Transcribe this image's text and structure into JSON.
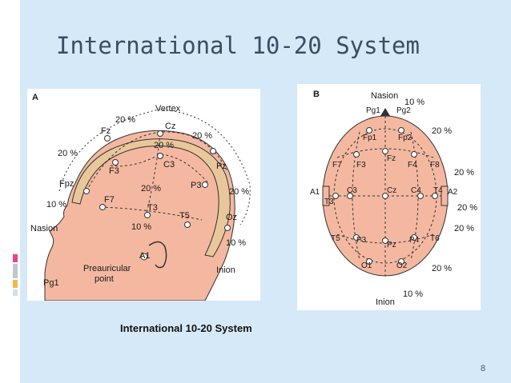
{
  "slide": {
    "title": "International 10-20 System",
    "caption": "International 10-20 System",
    "page_number": "8"
  },
  "panel_a": {
    "letter": "A",
    "vertex": "Vertex",
    "nasion": "Nasion",
    "inion": "Inion",
    "preauricular_line1": "Preauricular",
    "preauricular_line2": "point",
    "pct_top_left": "20 %",
    "pct_top_right": "20 %",
    "pct_inner_top": "20 %",
    "pct_left": "20 %",
    "pct_front": "10 %",
    "pct_mid": "20 %",
    "pct_right": "20 %",
    "pct_lower": "10 %",
    "pct_back": "10 %",
    "labels": {
      "fz": "Fz",
      "cz": "Cz",
      "pz": "Pz",
      "fpz": "Fpz",
      "oz": "Oz",
      "f3": "F3",
      "c3": "C3",
      "p3": "P3",
      "f7": "F7",
      "t3": "T3",
      "t5": "T5",
      "a1": "A1",
      "pg1": "Pg1"
    }
  },
  "panel_b": {
    "letter": "B",
    "nasion": "Nasion",
    "inion": "Inion",
    "pct_top": "10 %",
    "pct_bottom": "10 %",
    "pct_r1": "20 %",
    "pct_r2": "20 %",
    "pct_r3": "20 %",
    "pct_r4": "20 %",
    "pct_r5": "20 %",
    "labels": {
      "pg1": "Pg1",
      "pg2": "Pg2",
      "fp1": "Fp1",
      "fp2": "Fp2",
      "f7": "F7",
      "f3": "F3",
      "fz": "Fz",
      "f4": "F4",
      "f8": "F8",
      "a1": "A1",
      "t3": "T3",
      "c3": "C3",
      "cz": "Cz",
      "c4": "C4",
      "t4": "T4",
      "a2": "A2",
      "t5": "T5",
      "p3": "P3",
      "pz": "Pz",
      "p4": "P4",
      "t6": "T6",
      "o1": "O1",
      "o2": "O2"
    }
  },
  "colors": {
    "background": "#d6e9f8",
    "scalp": "#f4b8a0",
    "skull": "#e8c89a",
    "title": "#3c4c63",
    "accent_pink": "#e8438a",
    "accent_yellow": "#f2b84b"
  }
}
